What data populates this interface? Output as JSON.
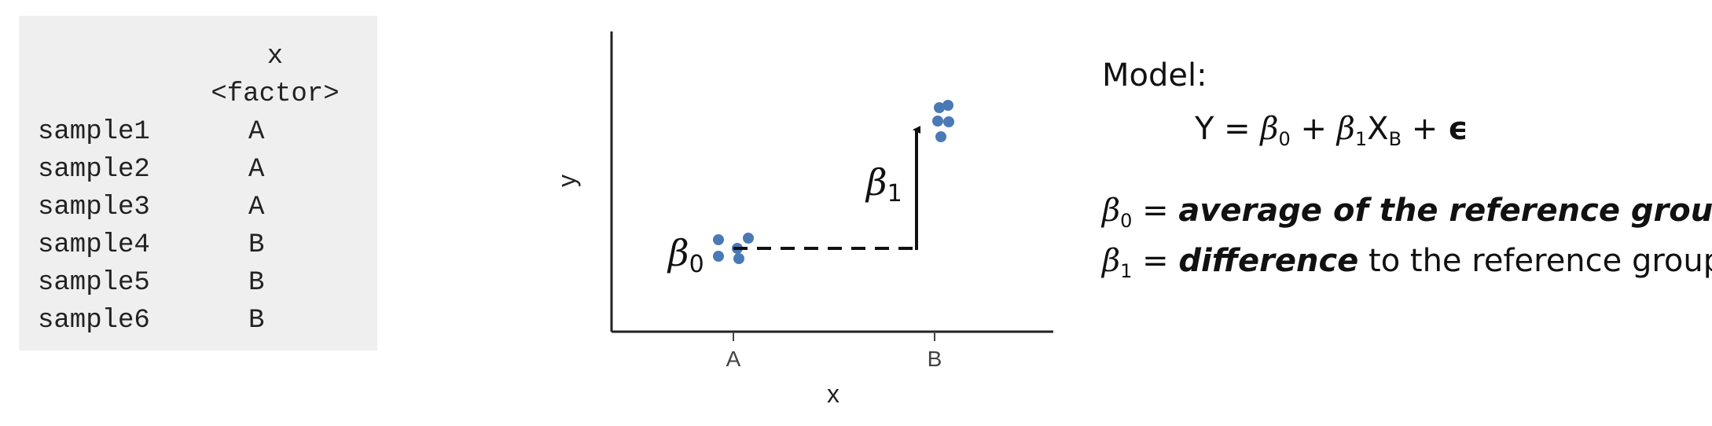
{
  "data_frame": {
    "column_name": "x",
    "column_type": "<factor>",
    "rows": [
      {
        "name": "sample1",
        "value": "A"
      },
      {
        "name": "sample2",
        "value": "A"
      },
      {
        "name": "sample3",
        "value": "A"
      },
      {
        "name": "sample4",
        "value": "B"
      },
      {
        "name": "sample5",
        "value": "B"
      },
      {
        "name": "sample6",
        "value": "B"
      }
    ]
  },
  "plot": {
    "x_axis_title": "x",
    "y_axis_title": "y",
    "tick_labels": [
      "A",
      "B"
    ],
    "beta0_symbol": "β",
    "beta0_subscript": "0",
    "beta1_symbol": "β",
    "beta1_subscript": "1",
    "point_color": "#4a7ab5"
  },
  "model": {
    "label": "Model:",
    "equation": {
      "y": "Y = ",
      "beta0": "β",
      "beta0_sub": "0",
      "plus1": " + ",
      "beta1": "β",
      "beta1_sub": "1",
      "xb": "X",
      "xb_sub": "B",
      "plus2": " + ",
      "epsilon": "ϵ"
    },
    "definitions": [
      {
        "symbol": "β",
        "sub": "0",
        "equals": " = ",
        "text": "average of the reference group"
      },
      {
        "symbol": "β",
        "sub": "1",
        "equals": " = ",
        "emph": "difference",
        "rest": " to the reference group"
      }
    ]
  }
}
